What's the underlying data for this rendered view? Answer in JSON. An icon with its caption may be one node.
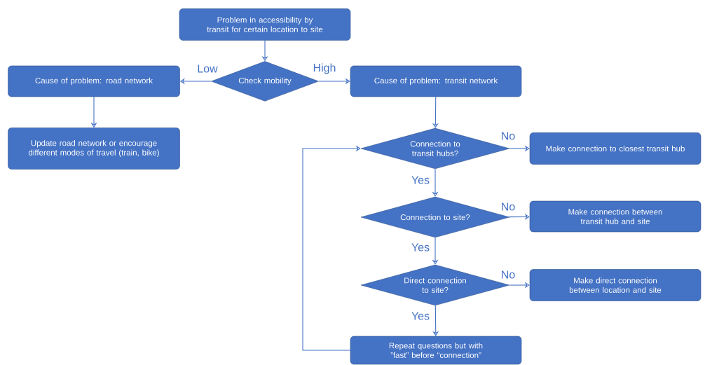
{
  "diagram": {
    "nodes": [
      {
        "text": [
          "Problem in accessibility by transit for certain location to site"
        ]
      },
      {
        "text": [
          "Check mobility"
        ]
      },
      {
        "text": [
          "Cause of problem: road network"
        ]
      },
      {
        "text": [
          "Update road network or encourage different modes of travel (train, bike)"
        ]
      },
      {
        "text": [
          "Cause of problem: transit network"
        ]
      },
      {
        "text": [
          "Connection to transit hubs?"
        ]
      },
      {
        "text": [
          "Make connection to closest transit hub"
        ]
      },
      {
        "text": [
          "Connection to site?"
        ]
      },
      {
        "text": [
          "Make connection between transit hub and site"
        ]
      },
      {
        "text": [
          "Direct connection to site?"
        ]
      },
      {
        "text": [
          "Make direct connection between location and site"
        ]
      },
      {
        "text": [
          "Repeat questions but with ”fast” before “connection”"
        ]
      }
    ],
    "edges": [
      {
        "from": 0,
        "to": 1,
        "arrow": "to"
      },
      {
        "from": 1,
        "to": 2,
        "arrow": "to",
        "label": "Low"
      },
      {
        "from": 1,
        "to": 4,
        "arrow": "to",
        "label": "High"
      },
      {
        "from": 2,
        "to": 3,
        "arrow": "to"
      },
      {
        "from": 4,
        "to": 5,
        "arrow": "to"
      },
      {
        "from": 5,
        "to": 6,
        "arrow": "to",
        "label": "No"
      },
      {
        "from": 5,
        "to": 7,
        "arrow": "to",
        "label": "Yes"
      },
      {
        "from": 7,
        "to": 8,
        "arrow": "to",
        "label": "No"
      },
      {
        "from": 7,
        "to": 9,
        "arrow": "to",
        "label": "Yes"
      },
      {
        "from": 9,
        "to": 10,
        "arrow": "to",
        "label": "No"
      },
      {
        "from": 9,
        "to": 11,
        "arrow": "to",
        "label": "Yes"
      },
      {
        "from": 11,
        "to": 5,
        "arrow": "to"
      }
    ]
  }
}
